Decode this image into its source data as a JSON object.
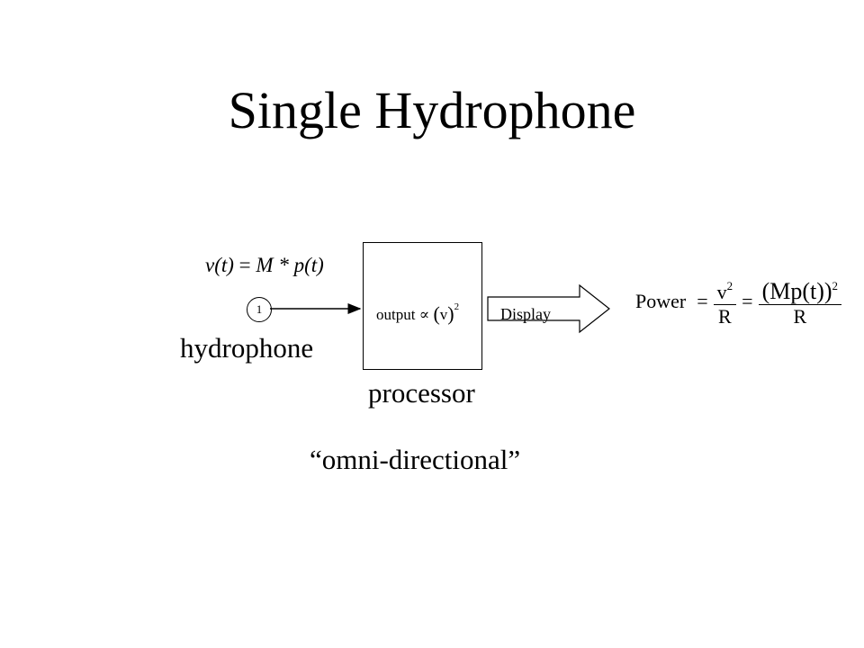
{
  "slide": {
    "title": "Single Hydrophone",
    "hydrophone_label": "hydrophone",
    "processor_label": "processor",
    "omni_label": "“omni-directional”",
    "display_label": "Display",
    "sensor_id": "1"
  },
  "formulas": {
    "voltage": {
      "lhs": "v(t)",
      "eq": "=",
      "rhs": "M * p(t)"
    },
    "processor": {
      "text": "output ∝",
      "open": "(",
      "var": "v",
      "close": ")",
      "exp": "2"
    },
    "power": {
      "lhs": "Power",
      "eq1": "=",
      "frac1_num": "v",
      "frac1_exp": "2",
      "frac1_den": "R",
      "eq2": "=",
      "frac2_num": "(Mp(t))",
      "frac2_exp": "2",
      "frac2_den": "R"
    }
  }
}
